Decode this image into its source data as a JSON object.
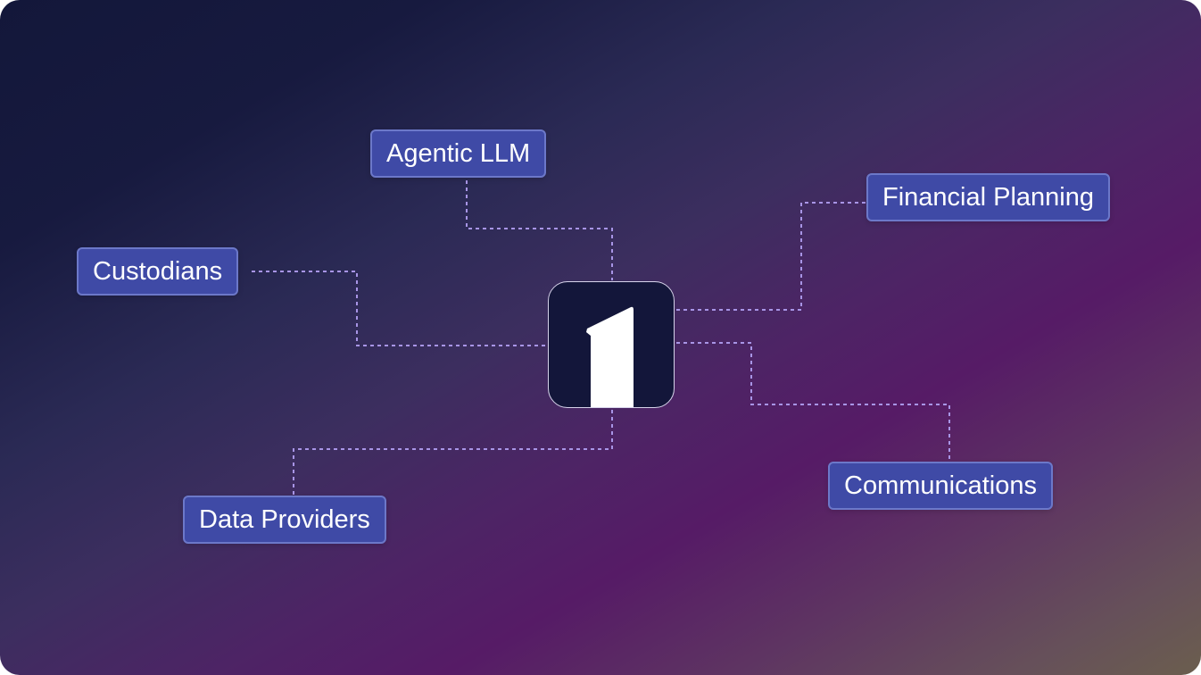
{
  "diagram": {
    "hub": {
      "icon": "number-one-logo-icon"
    },
    "nodes": {
      "agentic_llm": "Agentic LLM",
      "financial_planning": "Financial Planning",
      "custodians": "Custodians",
      "communications": "Communications",
      "data_providers": "Data Providers"
    }
  }
}
